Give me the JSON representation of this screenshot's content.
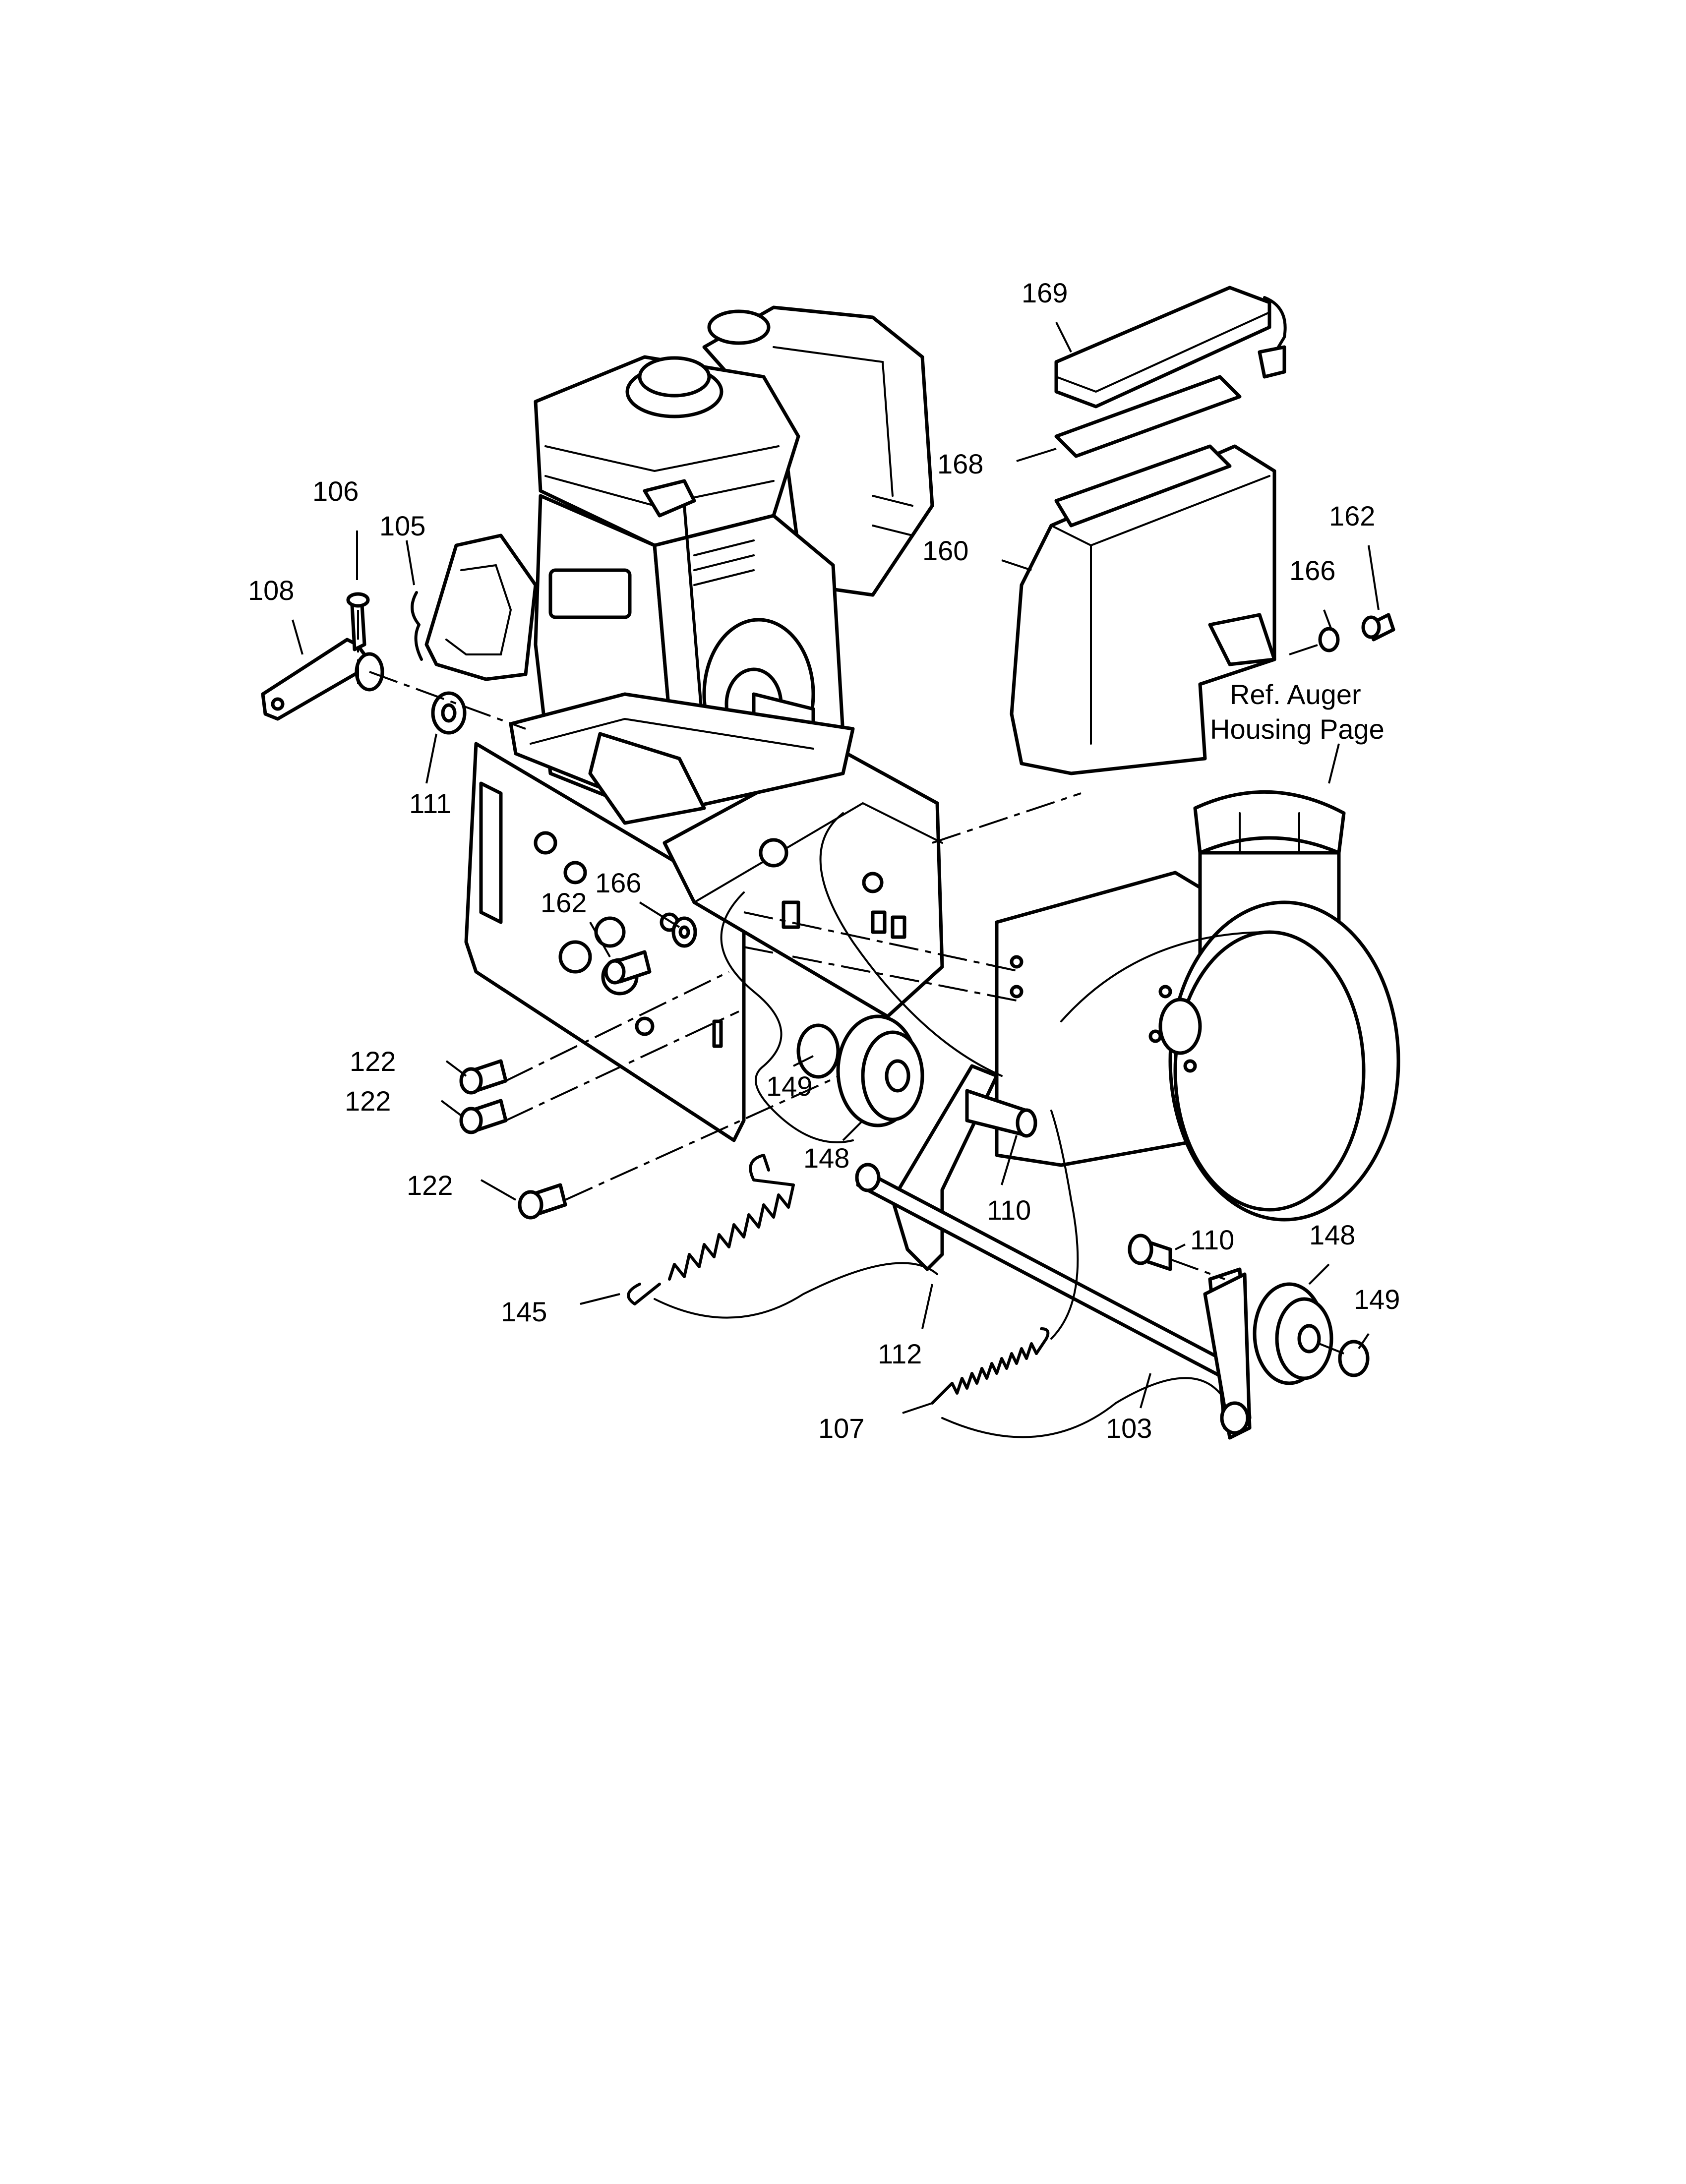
{
  "diagram": {
    "callouts": {
      "c169": "169",
      "c168": "168",
      "c160": "160",
      "c162_right": "162",
      "c166_right": "166",
      "ref_line1": "Ref. Auger",
      "ref_line2": "Housing Page",
      "c106": "106",
      "c105": "105",
      "c108": "108",
      "c111": "111",
      "c166_mid": "166",
      "c162_mid": "162",
      "c122_a": "122",
      "c122_b": "122",
      "c122_c": "122",
      "c149_mid": "149",
      "c148_mid": "148",
      "c110_mid": "110",
      "c110_right": "110",
      "c148_right": "148",
      "c149_right": "149",
      "c145": "145",
      "c112": "112",
      "c107": "107",
      "c103": "103"
    }
  }
}
